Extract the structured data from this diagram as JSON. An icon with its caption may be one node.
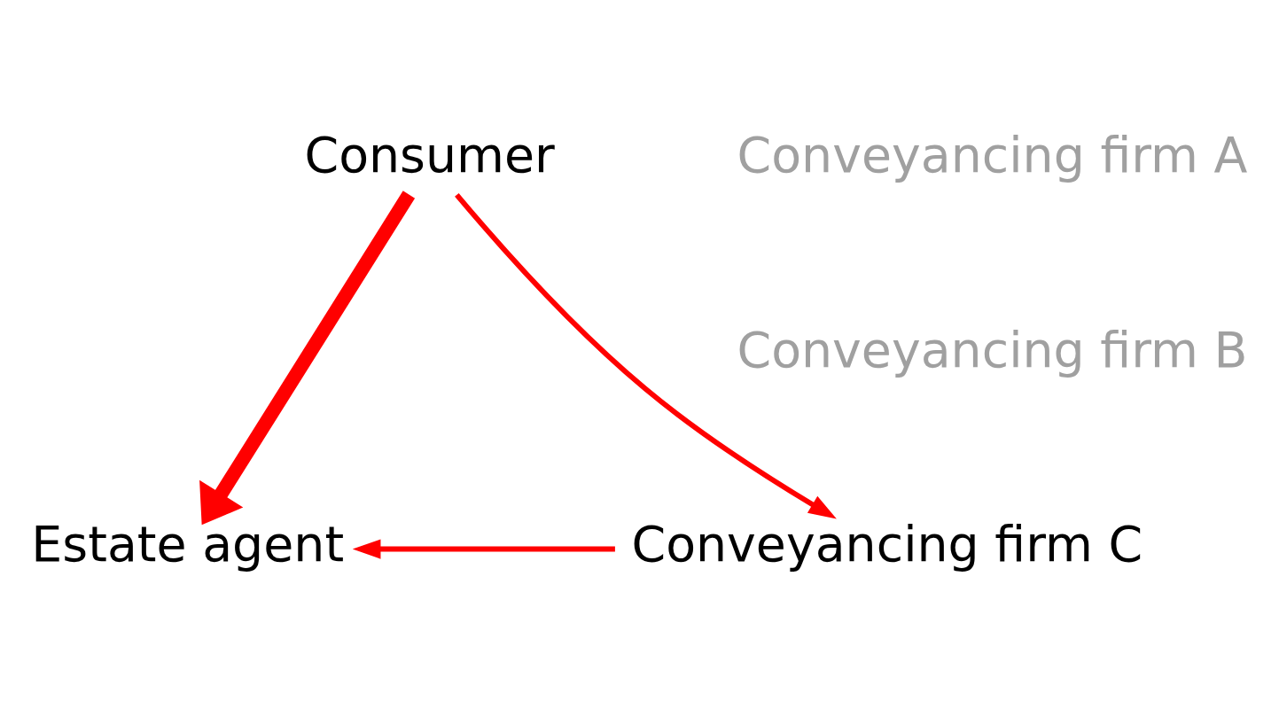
{
  "diagram": {
    "nodes": [
      {
        "text": [
          "Consumer"
        ]
      },
      {
        "text": [
          "Estate agent"
        ]
      },
      {
        "text": [
          "Conveyancing firm C"
        ]
      }
    ],
    "edges": [
      {
        "from": 0,
        "to": 1,
        "arrow": "to",
        "style": "thick"
      },
      {
        "from": 0,
        "to": 2,
        "arrow": "to"
      },
      {
        "from": 2,
        "to": 1,
        "arrow": "to"
      }
    ],
    "labels": [
      "Conveyancing firm A",
      "Conveyancing firm B"
    ]
  }
}
